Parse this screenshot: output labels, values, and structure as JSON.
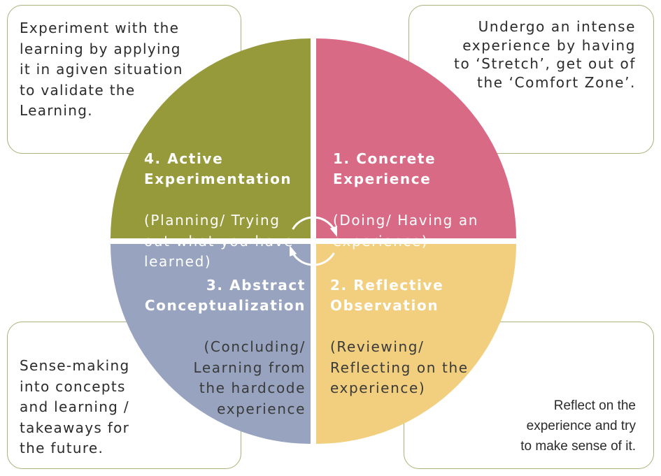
{
  "quadrants": [
    {
      "id": "concrete",
      "title": "1. Concrete\nExperience",
      "description": "(Doing/ Having  an\nexperience)",
      "color": "#d96a86"
    },
    {
      "id": "reflective",
      "title": "2. Reflective\nObservation",
      "description": "(Reviewing/\nReflecting on the\nexperience)",
      "color": "#f2cf7e"
    },
    {
      "id": "abstract",
      "title": "3. Abstract\nConceptualization",
      "description": "(Concluding/\nLearning from\nthe hardcode\nexperience",
      "color": "#97a3bf"
    },
    {
      "id": "active",
      "title": "4. Active\nExperimentation",
      "description": "(Planning/ Trying\nout what you have\nlearned)",
      "color": "#969a3a"
    }
  ],
  "notes": {
    "top_left": "Experiment with the\nlearning by applying\nit in agiven situation\nto validate  the\nLearning.",
    "top_right": "Undergo an intense\nexperience by having\nto ‘Stretch’, get out of\nthe ‘Comfort  Zone’.",
    "bottom_left": "Sense-making\ninto concepts\nand learning /\ntakeaways for\nthe future.",
    "bottom_right": "Reflect on the\nexperience and try\nto make sense of it."
  },
  "colors": {
    "box_border": "#a9b27a",
    "gap": "#ffffff",
    "arrow": "#ffffff"
  },
  "icons": [
    "cycle-arrows-icon"
  ]
}
